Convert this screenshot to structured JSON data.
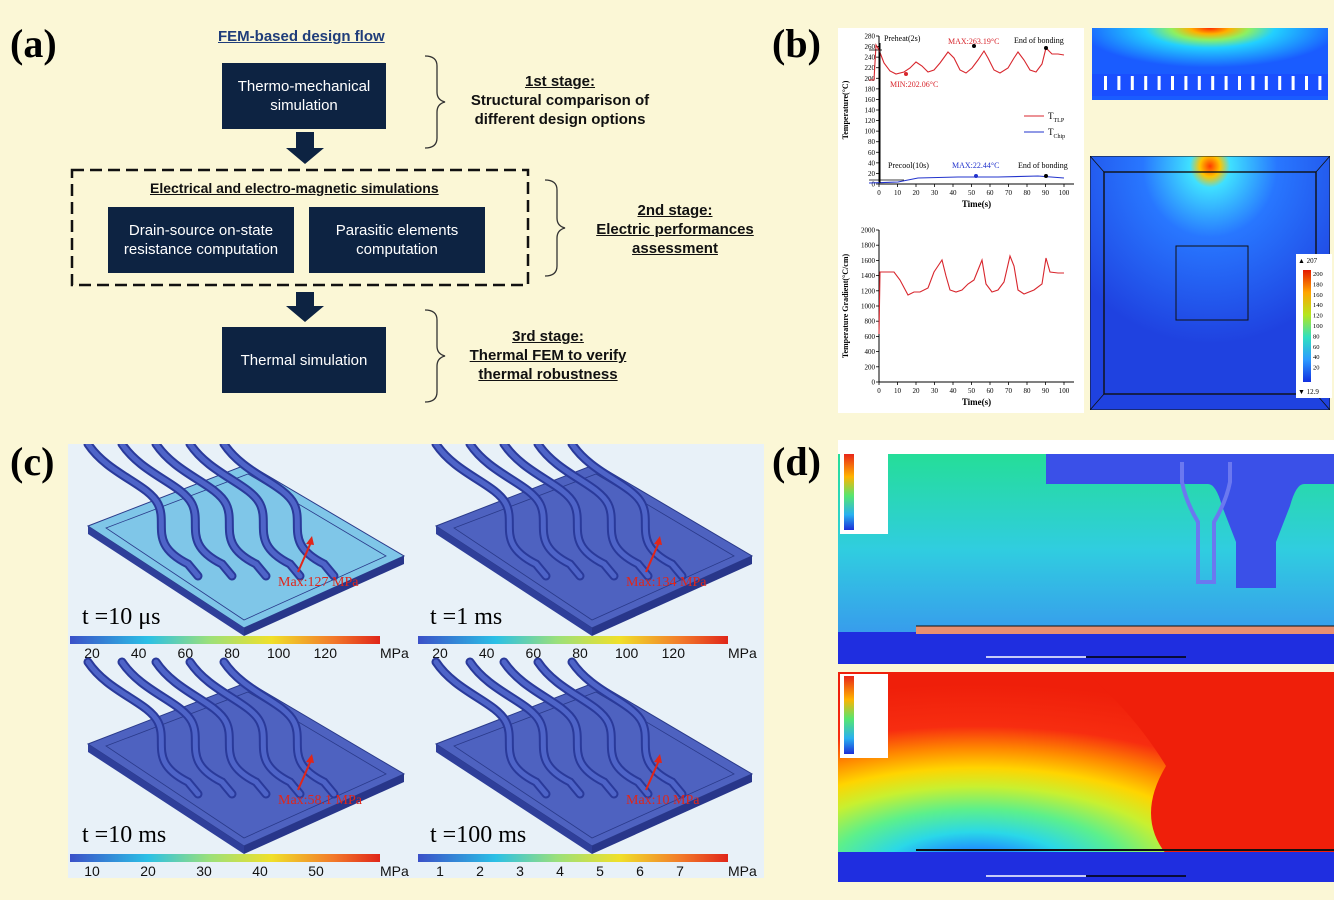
{
  "panel_a": {
    "label": "(a)",
    "title": "FEM-based design flow",
    "box1": [
      "Thermo-mechanical",
      "simulation"
    ],
    "stage1": [
      "1st stage:",
      "Structural comparison of",
      "different design options"
    ],
    "dashed_title": "Electrical and electro-magnetic simulations",
    "box2": [
      "Drain-source on-state",
      "resistance computation"
    ],
    "box3": [
      "Parasitic elements",
      "computation"
    ],
    "stage2": [
      "2nd stage:",
      "Electric performances",
      "assessment"
    ],
    "box4": "Thermal simulation",
    "stage3": [
      "3rd stage:",
      "Thermal FEM to verify",
      "thermal robustness"
    ]
  },
  "panel_b": {
    "label": "(b)",
    "plot1": {
      "ylabel": "Temperature(°C)",
      "xlabel": "Time(s)",
      "yticks": [
        "0",
        "20",
        "40",
        "60",
        "80",
        "100",
        "120",
        "140",
        "160",
        "180",
        "200",
        "220",
        "240",
        "260",
        "280"
      ],
      "xticks": [
        "0",
        "10",
        "20",
        "30",
        "40",
        "50",
        "60",
        "70",
        "80",
        "90",
        "100"
      ],
      "annotations": {
        "preheat": "Preheat(2s)",
        "max_tlp": "MAX:263.19°C",
        "end1": "End of bonding",
        "min_tlp": "MIN:202.06°C",
        "precool": "Precool(10s)",
        "max_chip": "MAX:22.44°C",
        "end2": "End of bonding"
      },
      "legend": [
        {
          "name": "T",
          "sub": "TLP",
          "color": "#d8262d"
        },
        {
          "name": "T",
          "sub": "Chip",
          "color": "#2233cc"
        }
      ]
    },
    "plot2": {
      "ylabel": "Temperature Gradient(°C/cm)",
      "xlabel": "Time(s)",
      "yticks": [
        "0",
        "200",
        "400",
        "600",
        "800",
        "1000",
        "1200",
        "1400",
        "1600",
        "1800",
        "2000"
      ],
      "xticks": [
        "0",
        "10",
        "20",
        "30",
        "40",
        "50",
        "60",
        "70",
        "80",
        "90",
        "100"
      ]
    },
    "colorbar": {
      "max": "▲ 207",
      "min": "▼ 12.9",
      "ticks": [
        "200",
        "180",
        "160",
        "140",
        "120",
        "100",
        "80",
        "60",
        "40",
        "20"
      ]
    }
  },
  "panel_c": {
    "label": "(c)",
    "subpanels": [
      {
        "time": "t =10 μs",
        "max": "Max:127 MPa",
        "ticks": [
          "20",
          "40",
          "60",
          "80",
          "100",
          "120"
        ],
        "unit": "MPa"
      },
      {
        "time": "t =1  ms",
        "max": "Max:134 MPa",
        "ticks": [
          "20",
          "40",
          "60",
          "80",
          "100",
          "120"
        ],
        "unit": "MPa"
      },
      {
        "time": "t =10 ms",
        "max": "Max:58.1 MPa",
        "ticks": [
          "10",
          "20",
          "30",
          "40",
          "50"
        ],
        "unit": "MPa"
      },
      {
        "time": "t =100 ms",
        "max": "Max:10 MPa",
        "ticks": [
          "1",
          "2",
          "3",
          "4",
          "5",
          "6",
          "7"
        ],
        "unit": "MPa"
      }
    ]
  },
  "panel_d": {
    "label": "(d)"
  },
  "colors": {
    "background": "#fbf7d6",
    "navy": "#0d2342",
    "tlp_curve": "#d8262d",
    "chip_curve": "#2233cc",
    "annotation_red": "#d8262d"
  }
}
